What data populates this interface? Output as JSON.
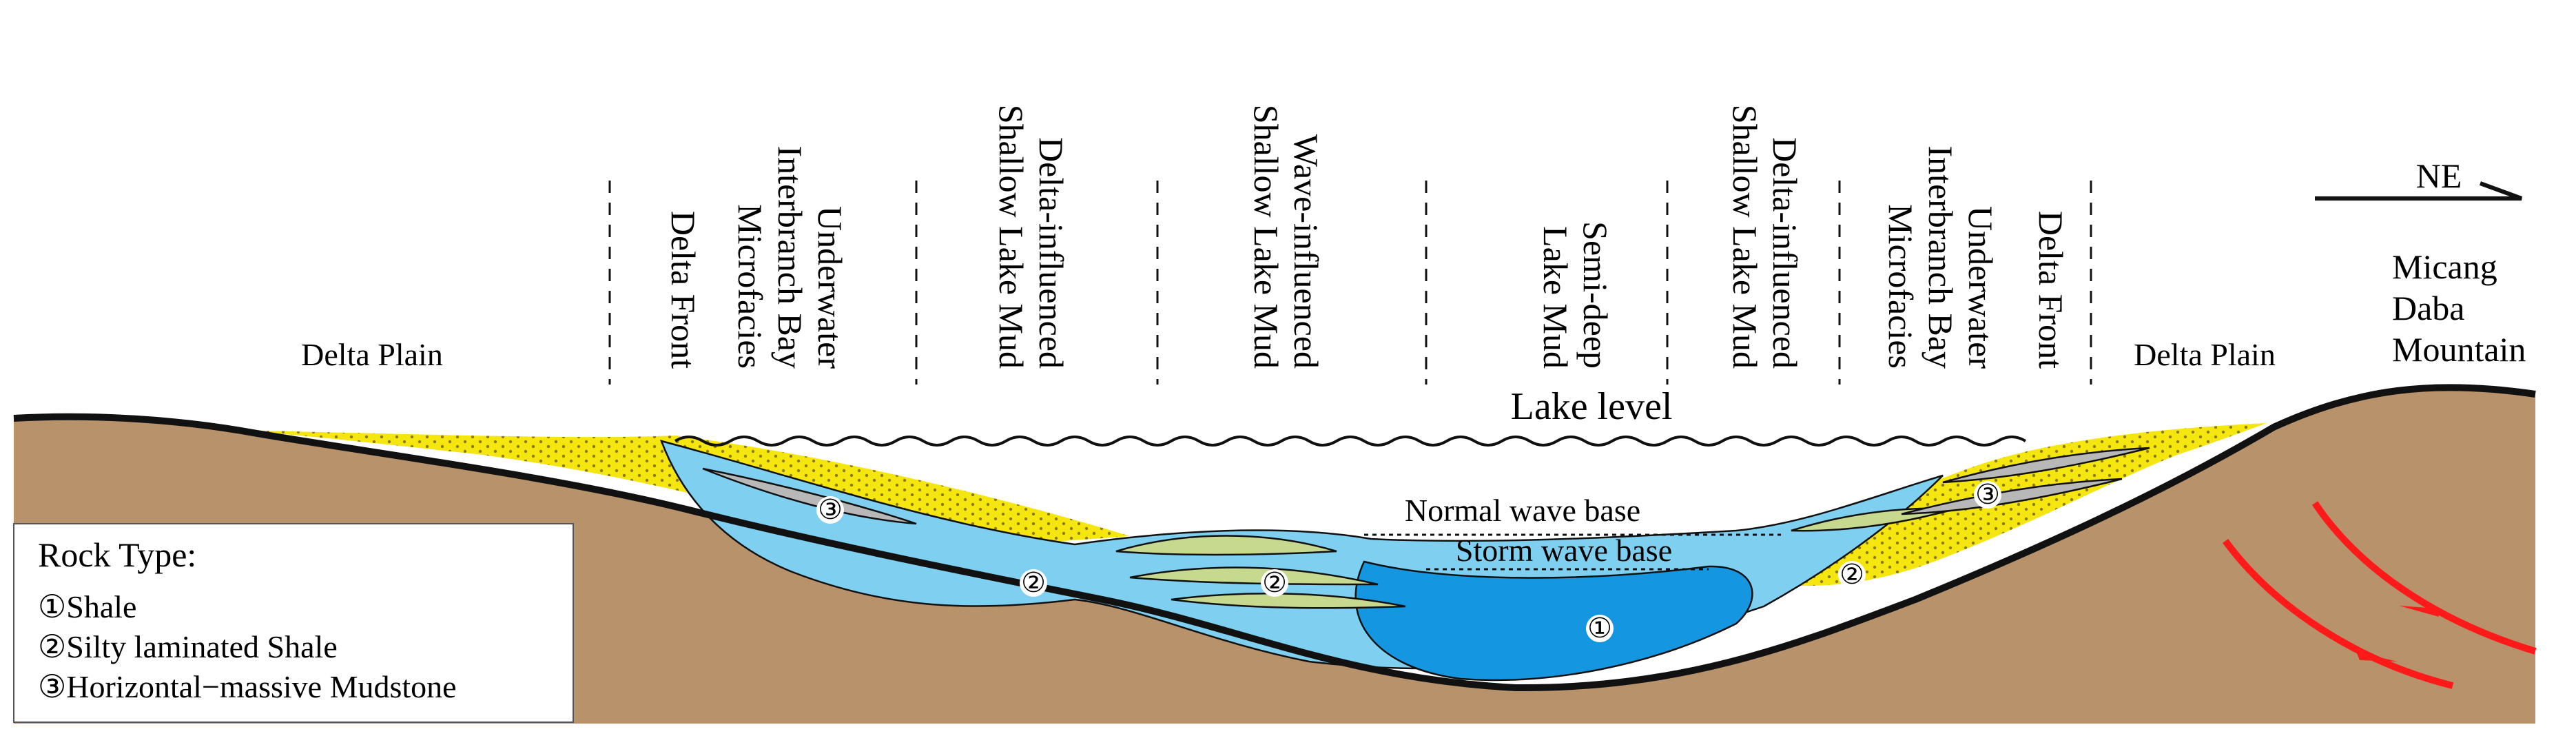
{
  "colors": {
    "basement": "#b8926b",
    "delta_sand": "#f6e60f",
    "sand_dots": "#8a7a10",
    "shallow_mud": "#7fd0f0",
    "deep_mud": "#1596e0",
    "silty_lens": "#c7d98f",
    "gray_lens": "#b8b8b8",
    "fault": "#ff1a1a",
    "outline": "#111111"
  },
  "facies_vertical": [
    {
      "lines": [
        "Delta Front"
      ]
    },
    {
      "lines": [
        "Underwater",
        "Interbranch Bay",
        "Microfacies"
      ]
    },
    {
      "lines": [
        "Delta-influenced",
        "Shallow Lake Mud"
      ]
    },
    {
      "lines": [
        "Wave-influenced",
        "Shallow Lake Mud"
      ]
    },
    {
      "lines": [
        "Semi-deep",
        "Lake Mud"
      ]
    },
    {
      "lines": [
        "Delta-influenced",
        "Shallow Lake Mud"
      ]
    },
    {
      "lines": [
        "Underwater",
        "Interbranch Bay",
        "Microfacies"
      ]
    },
    {
      "lines": [
        "Delta Front"
      ]
    }
  ],
  "labels": {
    "delta_plain_left": "Delta Plain",
    "delta_plain_right": "Delta Plain",
    "lake_level": "Lake level",
    "normal_wave_base": "Normal wave base",
    "storm_wave_base": "Storm wave base",
    "direction": "NE",
    "mountain": [
      "Micang",
      "Daba",
      "Mountain"
    ]
  },
  "markers": [
    "①",
    "②",
    "②",
    "②",
    "③",
    "③"
  ],
  "legend": {
    "title": "Rock Type:",
    "items": [
      {
        "symbol": "①",
        "text": "Shale"
      },
      {
        "symbol": "②",
        "text": "Silty laminated Shale"
      },
      {
        "symbol": "③",
        "text": "Horizontal−massive Mudstone"
      }
    ]
  }
}
